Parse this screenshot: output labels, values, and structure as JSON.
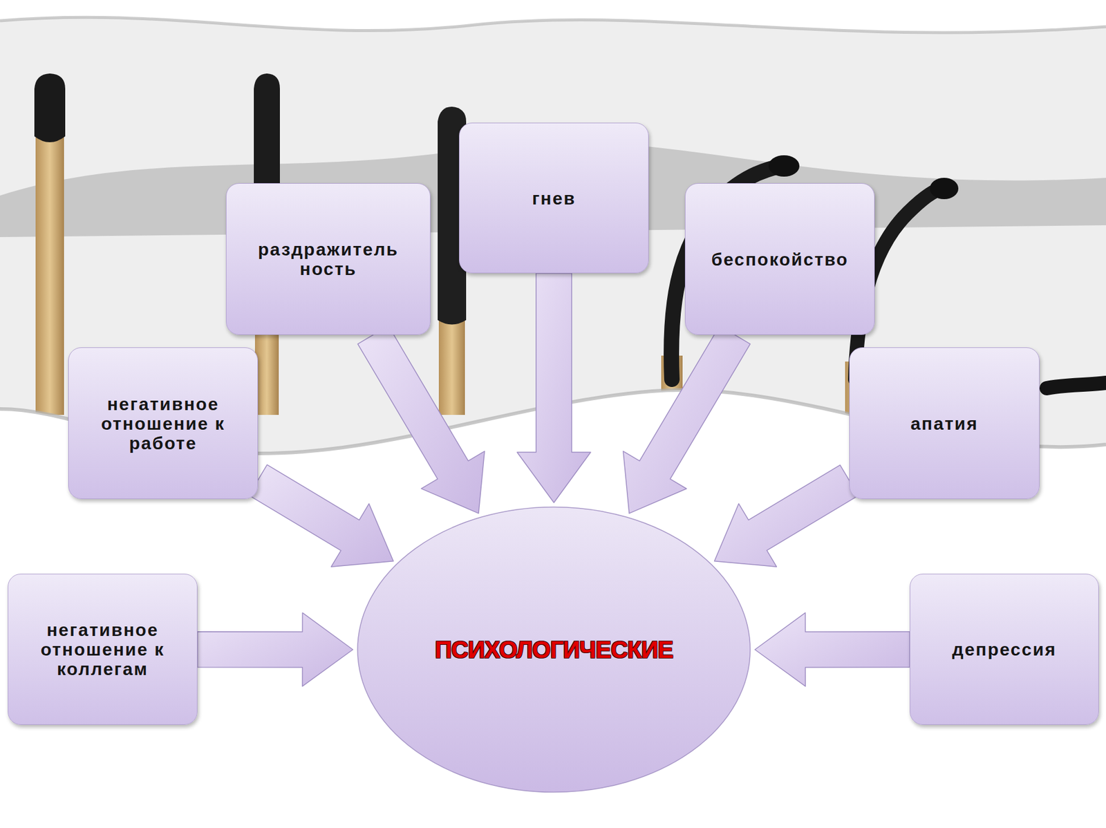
{
  "diagram": {
    "nodes": [
      {
        "text": [
          "гнев"
        ]
      },
      {
        "text": [
          "раздражитель ность"
        ]
      },
      {
        "text": [
          "беспокойство"
        ]
      },
      {
        "text": [
          "негативное отношение к работе"
        ]
      },
      {
        "text": [
          "апатия"
        ]
      },
      {
        "text": [
          "негативное отношение к коллегам"
        ]
      },
      {
        "text": [
          "ПСИХОЛОГИЧЕСКИЕ"
        ]
      },
      {
        "text": [
          "депрессия"
        ]
      }
    ],
    "edges": [
      {
        "from": 0,
        "to": 6,
        "arrow": "to"
      },
      {
        "from": 1,
        "to": 6,
        "arrow": "to"
      },
      {
        "from": 2,
        "to": 6,
        "arrow": "to"
      },
      {
        "from": 3,
        "to": 6,
        "arrow": "to"
      },
      {
        "from": 4,
        "to": 6,
        "arrow": "to"
      },
      {
        "from": 5,
        "to": 6,
        "arrow": "to"
      },
      {
        "from": 7,
        "to": 6,
        "arrow": "to"
      }
    ]
  }
}
